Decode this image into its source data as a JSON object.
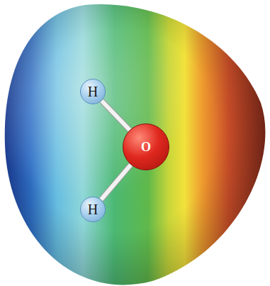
{
  "diagram": {
    "nodes": [
      {
        "text": [
          "H"
        ]
      },
      {
        "text": [
          "O"
        ]
      },
      {
        "text": [
          "H"
        ]
      }
    ],
    "edges": [
      {
        "from": 0,
        "to": 1,
        "arrow": "none"
      },
      {
        "from": 2,
        "to": 1,
        "arrow": "none"
      }
    ]
  }
}
